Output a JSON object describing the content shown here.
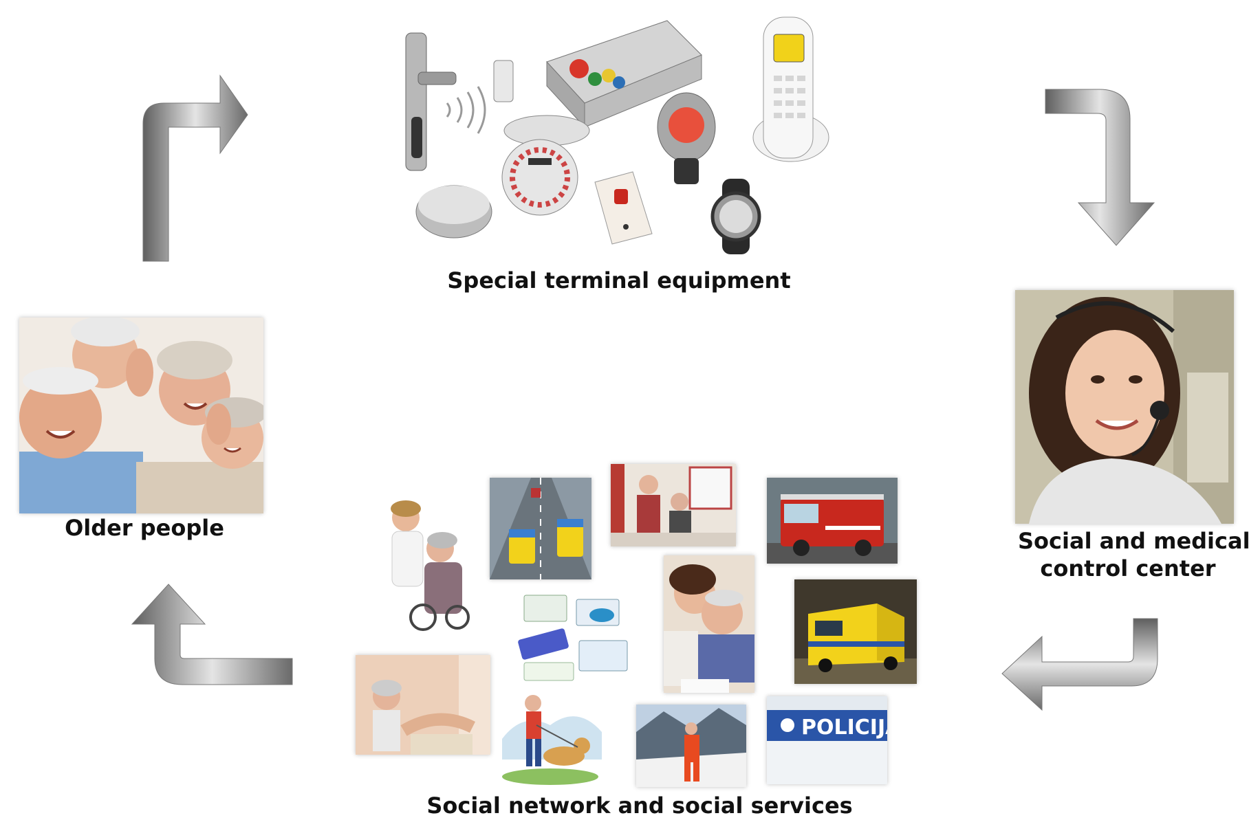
{
  "nodes": {
    "equipment": {
      "label": "Special terminal equipment"
    },
    "older": {
      "label": "Older people"
    },
    "center": {
      "label_line1": "Social and medical",
      "label_line2": "control center"
    },
    "services": {
      "label": "Social network and social services"
    }
  },
  "graphics": {
    "police_text": "POLICIJA"
  },
  "colors": {
    "arrow_dark": "#6b6b6b",
    "arrow_light": "#dcdcdc",
    "text": "#111111",
    "ambulance_yellow": "#f2d21b",
    "fire_red": "#c8281e",
    "police_blue": "#2a55a8"
  }
}
